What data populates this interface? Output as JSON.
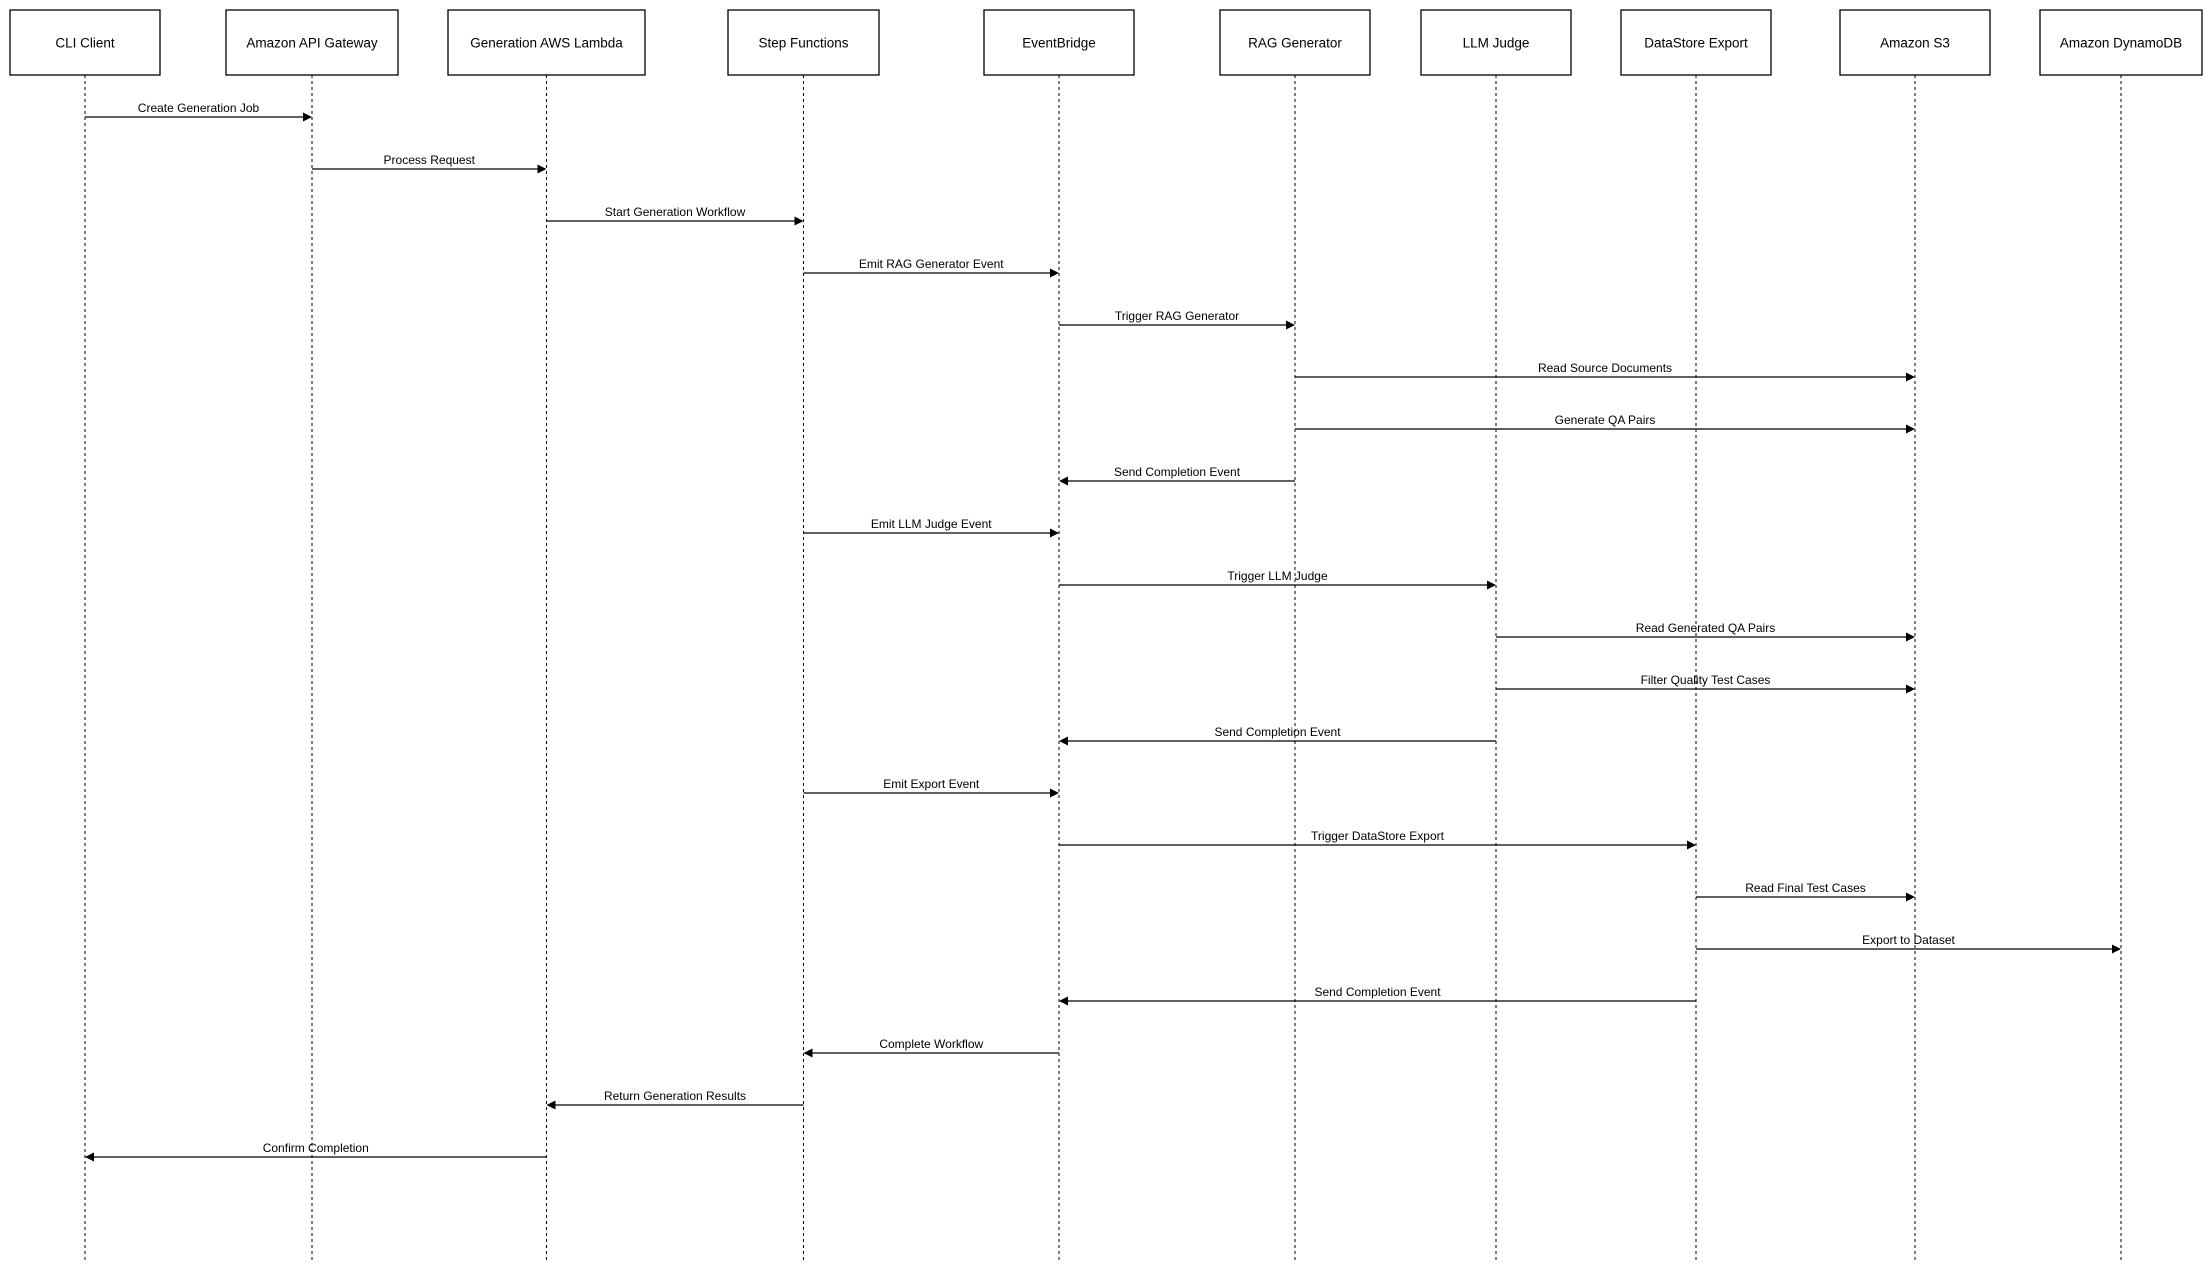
{
  "participants": [
    {
      "id": "cli",
      "name": "CLI Client"
    },
    {
      "id": "apigw",
      "name": "Amazon API Gateway"
    },
    {
      "id": "lambda",
      "name": "Generation AWS Lambda"
    },
    {
      "id": "sfn",
      "name": "Step Functions"
    },
    {
      "id": "eb",
      "name": "EventBridge"
    },
    {
      "id": "rag",
      "name": "RAG Generator"
    },
    {
      "id": "judge",
      "name": "LLM Judge"
    },
    {
      "id": "export",
      "name": "DataStore Export"
    },
    {
      "id": "s3",
      "name": "Amazon S3"
    },
    {
      "id": "ddb",
      "name": "Amazon DynamoDB"
    }
  ],
  "messages": [
    {
      "from": "cli",
      "to": "apigw",
      "label": "Create Generation Job"
    },
    {
      "from": "apigw",
      "to": "lambda",
      "label": "Process Request"
    },
    {
      "from": "lambda",
      "to": "sfn",
      "label": "Start Generation Workflow"
    },
    {
      "from": "sfn",
      "to": "eb",
      "label": "Emit RAG Generator Event"
    },
    {
      "from": "eb",
      "to": "rag",
      "label": "Trigger RAG Generator"
    },
    {
      "from": "rag",
      "to": "s3",
      "label": "Read Source Documents"
    },
    {
      "from": "rag",
      "to": "s3",
      "label": "Generate QA Pairs"
    },
    {
      "from": "rag",
      "to": "eb",
      "label": "Send Completion Event"
    },
    {
      "from": "sfn",
      "to": "eb",
      "label": "Emit LLM Judge Event"
    },
    {
      "from": "eb",
      "to": "judge",
      "label": "Trigger LLM Judge"
    },
    {
      "from": "judge",
      "to": "s3",
      "label": "Read Generated QA Pairs"
    },
    {
      "from": "judge",
      "to": "s3",
      "label": "Filter Quality Test Cases"
    },
    {
      "from": "judge",
      "to": "eb",
      "label": "Send Completion Event"
    },
    {
      "from": "sfn",
      "to": "eb",
      "label": "Emit Export Event"
    },
    {
      "from": "eb",
      "to": "export",
      "label": "Trigger DataStore Export"
    },
    {
      "from": "export",
      "to": "s3",
      "label": "Read Final Test Cases"
    },
    {
      "from": "export",
      "to": "ddb",
      "label": "Export to Dataset"
    },
    {
      "from": "export",
      "to": "eb",
      "label": "Send Completion Event"
    },
    {
      "from": "eb",
      "to": "sfn",
      "label": "Complete Workflow"
    },
    {
      "from": "sfn",
      "to": "lambda",
      "label": "Return Generation Results"
    },
    {
      "from": "lambda",
      "to": "cli",
      "label": "Confirm Completion"
    }
  ]
}
